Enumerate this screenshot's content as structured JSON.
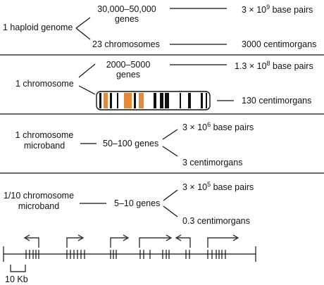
{
  "panels": [
    {
      "left": "1 haploid genome",
      "branch_top": [
        "30,000–50,000",
        "genes"
      ],
      "branch_bottom": "23 chromosomes",
      "right_top": {
        "coef": "3 × 10",
        "exp": "9",
        "unit": " base pairs"
      },
      "right_bottom": "3000 centimorgans"
    },
    {
      "left": "1 chromosome",
      "branch_top": [
        "2000–5000",
        "genes"
      ],
      "right_top": {
        "coef": "1.3 × 10",
        "exp": "8",
        "unit": " base pairs"
      },
      "right_bottom": "130 centimorgans"
    },
    {
      "left": [
        "1 chromosome",
        "microband"
      ],
      "middle": "50–100 genes",
      "right_top": {
        "coef": "3 × 10",
        "exp": "6",
        "unit": " base pairs"
      },
      "right_bottom": "3 centimorgans"
    },
    {
      "left": [
        "1/10 chromosome",
        "microband"
      ],
      "middle": "5–10 genes",
      "right_top": {
        "coef": "3 × 10",
        "exp": "5",
        "unit": " base pairs"
      },
      "right_bottom": "0.3 centimorgans"
    }
  ],
  "scale_label": "10 Kb",
  "colors": {
    "band_orange": "#e8893a",
    "band_black": "#111111",
    "line": "#111111"
  }
}
